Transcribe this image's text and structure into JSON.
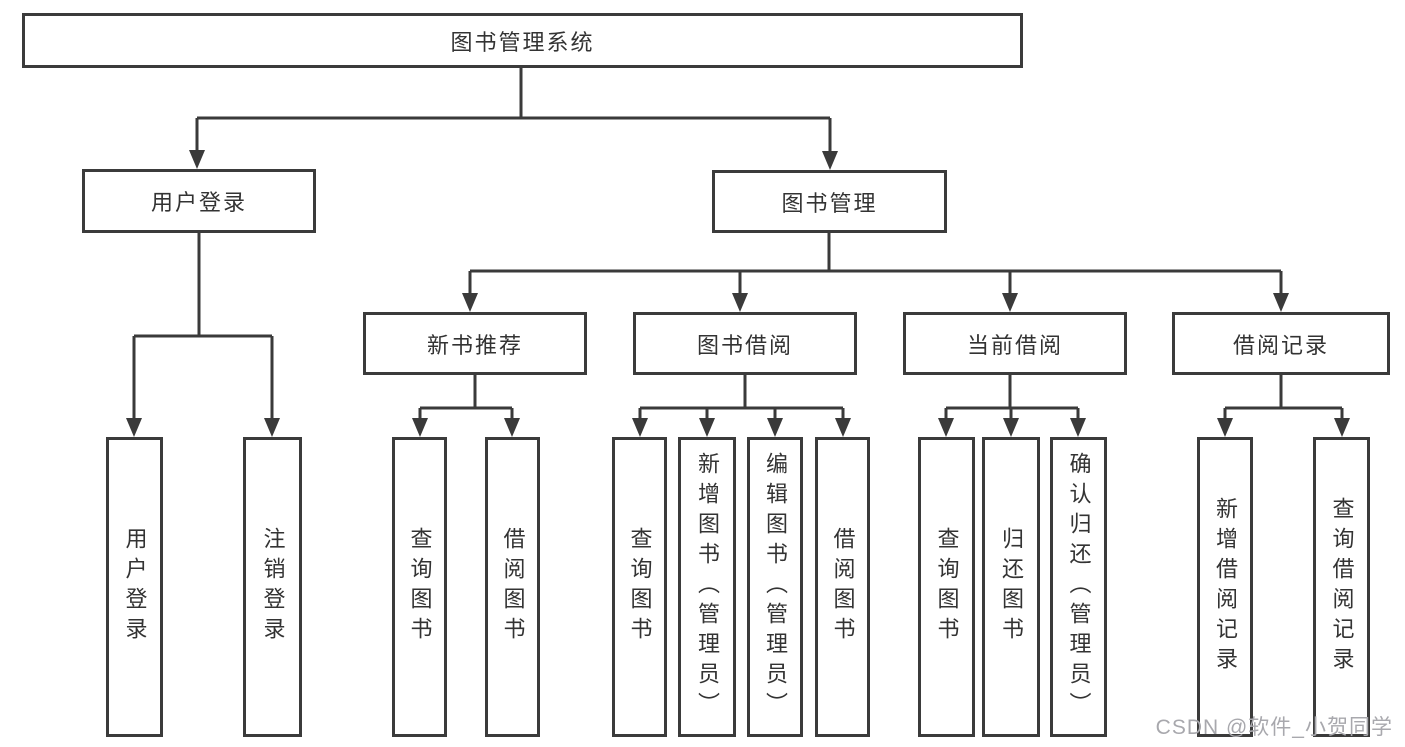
{
  "diagram": {
    "type": "tree-diagram",
    "colors": {
      "line": "#3a3a3a",
      "border": "#3b3b3b",
      "text": "#333333",
      "background": "#ffffff",
      "watermark": "#a8a8ad"
    }
  },
  "nodes": {
    "root": "图书管理系统",
    "user_login": "用户登录",
    "book_mgmt": "图书管理",
    "new_book_rec": "新书推荐",
    "book_borrow": "图书借阅",
    "current_borrow": "当前借阅",
    "borrow_records": "借阅记录",
    "leaf_user_login": "用户登录",
    "leaf_logout": "注销登录",
    "rec_query_book": "查询图书",
    "rec_borrow_book": "借阅图书",
    "bb_query_book": "查询图书",
    "bb_add_book": "新增图书（管理员）",
    "bb_edit_book": "编辑图书（管理员）",
    "bb_borrow_book": "借阅图书",
    "cb_query_book": "查询图书",
    "cb_return_book": "归还图书",
    "cb_confirm_return": "确认归还（管理员）",
    "br_add_record": "新增借阅记录",
    "br_query_record": "查询借阅记录"
  },
  "watermark": {
    "text": "CSDN @软件_小贺同学"
  }
}
